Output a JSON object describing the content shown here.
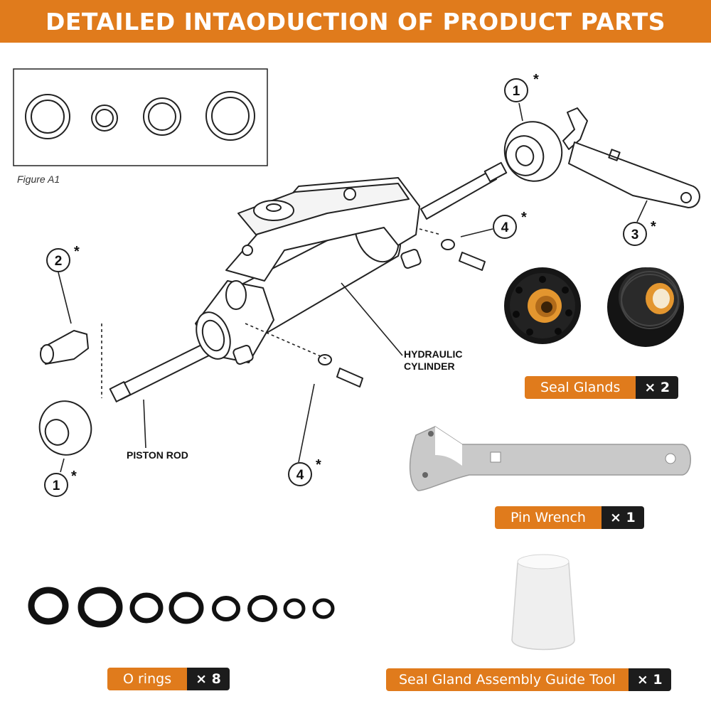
{
  "header": {
    "title": "DETAILED INTAODUCTION OF PRODUCT PARTS"
  },
  "figure": {
    "label": "Figure A1"
  },
  "diagram": {
    "hydraulic_line1": "HYDRAULIC",
    "hydraulic_line2": "CYLINDER",
    "piston_rod": "PISTON ROD"
  },
  "callouts": [
    {
      "number": "1",
      "star": "*"
    },
    {
      "number": "2",
      "star": "*"
    },
    {
      "number": "3",
      "star": "*"
    },
    {
      "number": "4",
      "star": "*"
    },
    {
      "number": "4",
      "star": "*"
    },
    {
      "number": "1",
      "star": "*"
    }
  ],
  "parts": [
    {
      "name": "Seal Glands",
      "qty": "× 2"
    },
    {
      "name": "Pin Wrench",
      "qty": "× 1"
    },
    {
      "name": "O rings",
      "qty": "× 8"
    },
    {
      "name": "Seal Gland Assembly Guide Tool",
      "qty": "× 1"
    }
  ],
  "colors": {
    "accent": "#e07b1c",
    "dark": "#1c1c1c",
    "gland_core": "#e3962f"
  }
}
